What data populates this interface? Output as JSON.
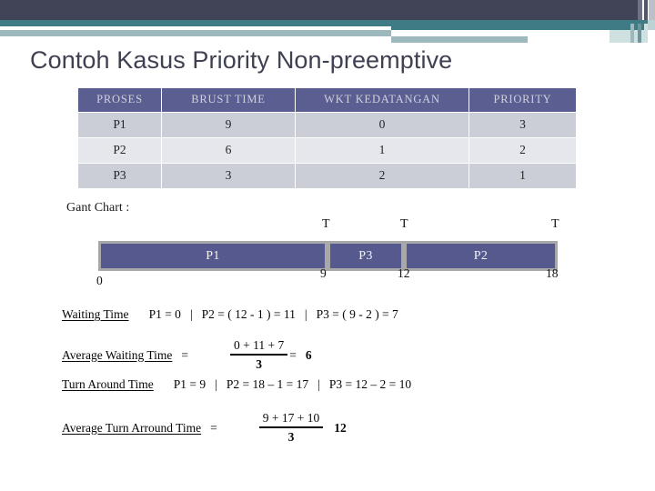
{
  "slide": {
    "title": "Contoh Kasus Priority Non-preemptive"
  },
  "colors": {
    "header_dark": "#414356",
    "header_teal": "#3d7c84",
    "header_light": "#9db9bd",
    "table_header_bg": "#5b5e91",
    "table_header_text": "#cfd0e0",
    "row_odd_bg": "#ccced7",
    "row_even_bg": "#e6e7ec",
    "gantt_bar": "#56598e",
    "gantt_border": "#a8a8a8",
    "title_text": "#3f4152"
  },
  "table": {
    "headers": [
      "PROSES",
      "BRUST TIME",
      "WKT KEDATANGAN",
      "PRIORITY"
    ],
    "rows": [
      {
        "proses": "P1",
        "burst": "9",
        "arrival": "0",
        "priority": "3"
      },
      {
        "proses": "P2",
        "burst": "6",
        "arrival": "1",
        "priority": "2"
      },
      {
        "proses": "P3",
        "burst": "3",
        "arrival": "2",
        "priority": "1"
      }
    ]
  },
  "gantt": {
    "label": "Gant Chart :",
    "origin_label": "0",
    "segments": [
      {
        "name": "P1",
        "start": 0,
        "end": 9
      },
      {
        "name": "P3",
        "start": 9,
        "end": 12
      },
      {
        "name": "P2",
        "start": 12,
        "end": 18
      }
    ],
    "tick_markers": [
      "T",
      "T",
      "T"
    ],
    "tick_values": [
      "9",
      "12",
      "18"
    ]
  },
  "waiting_time": {
    "label": "Waiting Time",
    "p1": "P1  =  0",
    "sep1": "|",
    "p2": "P2  =  ( 12 - 1 )  =  11",
    "sep2": "|",
    "p3": "P3  =  ( 9 - 2 )  =  7"
  },
  "average_waiting_time": {
    "label": "Average Waiting Time",
    "equals": "=",
    "numerator": "0 + 11 + 7",
    "denominator": "3",
    "equals2": "=",
    "result": "6"
  },
  "turn_around_time": {
    "label": "Turn Around Time",
    "p1": "P1   =   9",
    "sep1": "|",
    "p2": "P2   =   18 – 1  =  17",
    "sep2": "|",
    "p3": "P3  =   12 – 2  =  10"
  },
  "average_turn_around_time": {
    "label": "Average  Turn Arround Time",
    "equals": "=",
    "numerator": "9 + 17 + 10",
    "denominator": "3",
    "result": "12"
  },
  "chart_data": {
    "type": "bar",
    "title": "Gant Chart :",
    "orientation": "horizontal-timeline",
    "categories": [
      "P1",
      "P3",
      "P2"
    ],
    "starts": [
      0,
      9,
      12
    ],
    "ends": [
      9,
      12,
      18
    ],
    "values": [
      9,
      3,
      6
    ],
    "xlabel": "",
    "ylabel": "",
    "xlim": [
      0,
      18
    ],
    "tick_labels": [
      "0",
      "9",
      "12",
      "18"
    ],
    "grid": false,
    "legend": "none"
  }
}
